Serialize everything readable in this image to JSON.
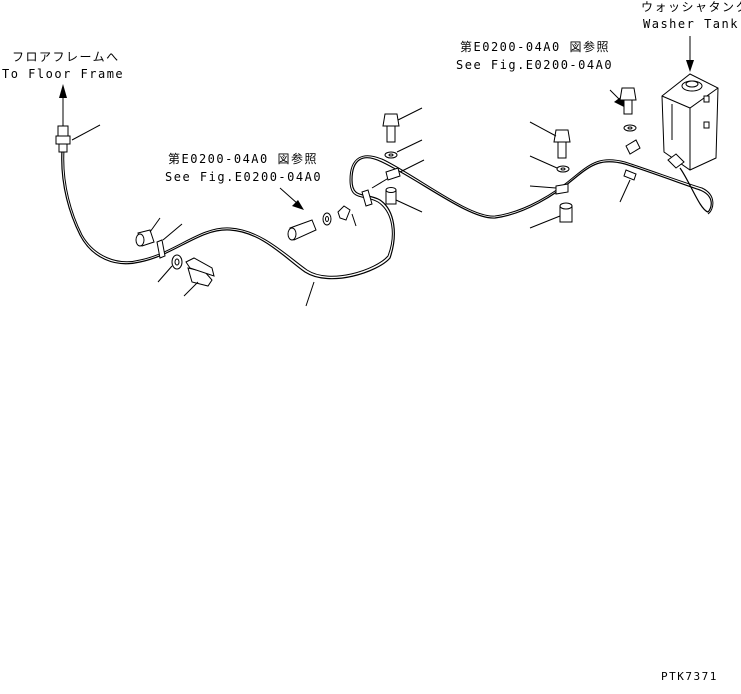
{
  "labels": {
    "floor_frame_jp": "フロアフレームへ",
    "floor_frame_en": "To Floor Frame",
    "washer_tank_jp": "ウォッシャタンク",
    "washer_tank_en": "Washer Tank",
    "see_fig_left_jp": "第E0200-04A0 図参照",
    "see_fig_left_en": "See Fig.E0200-04A0",
    "see_fig_right_jp": "第E0200-04A0 図参照",
    "see_fig_right_en": "See Fig.E0200-04A0",
    "drawing_code": "PTK7371"
  }
}
